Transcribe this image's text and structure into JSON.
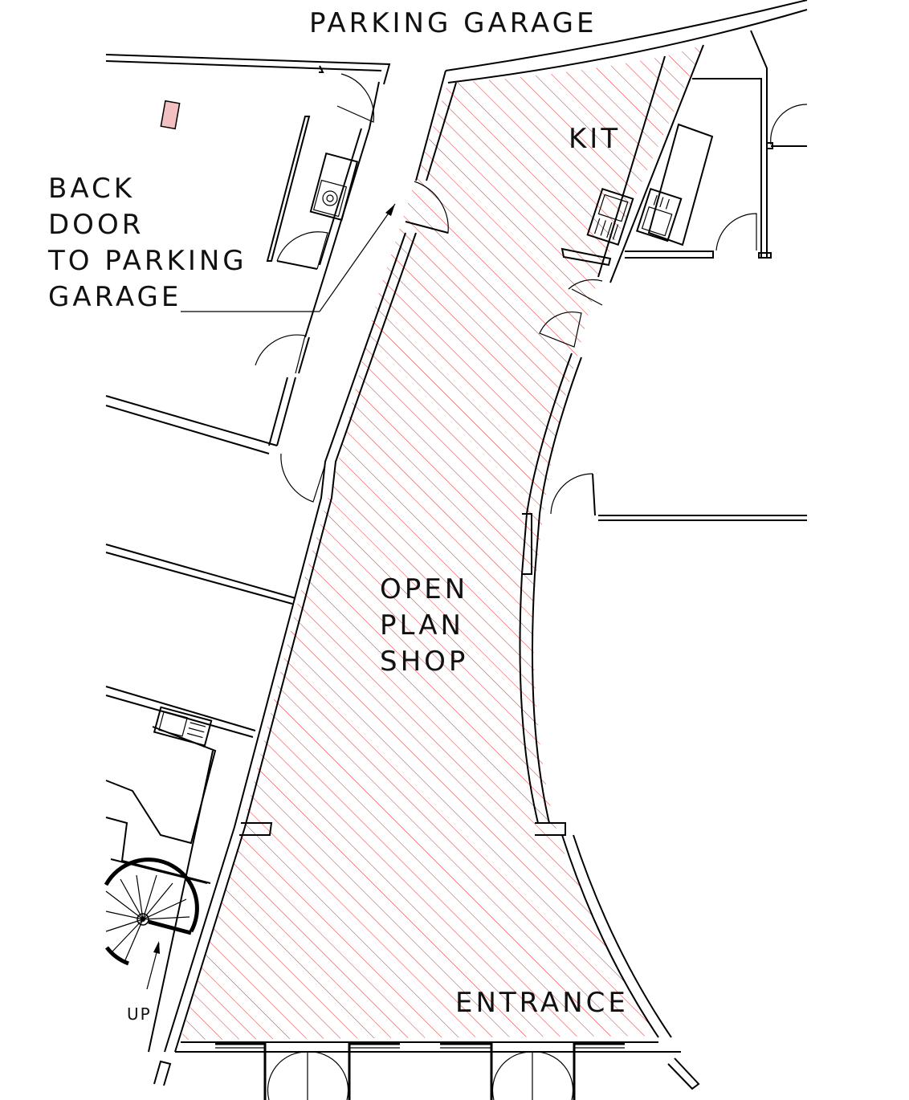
{
  "labels": {
    "parking_garage": "PARKING GARAGE",
    "kit": "KIT",
    "back_door_lines": [
      "BACK",
      "DOOR",
      "TO PARKING",
      "GARAGE"
    ],
    "open_plan_lines": [
      "OPEN",
      "PLAN",
      "SHOP"
    ],
    "entrance": "ENTRANCE",
    "up": "UP"
  },
  "colors": {
    "walls": "#000000",
    "shop_hatch": "#e03030",
    "background": "#ffffff"
  }
}
